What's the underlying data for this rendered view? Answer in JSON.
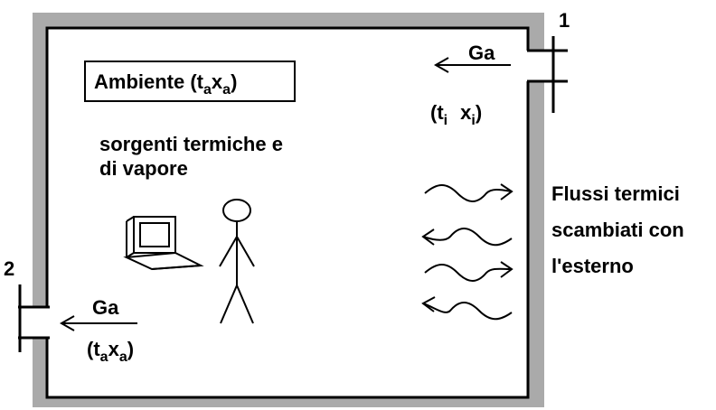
{
  "ambient_label": {
    "prefix": "Ambiente (t",
    "sub_t": "a",
    "x": "x",
    "sub_x": "a",
    "suffix": ")"
  },
  "sources_label": {
    "line1": "sorgenti termiche e",
    "line2": "di vapore"
  },
  "flux_label": {
    "line1": "Flussi termici",
    "line2": "scambiati con",
    "line3": "l'esterno"
  },
  "inlet": {
    "number": "1",
    "flow_label": "Ga",
    "cond_prefix": "(t",
    "cond_sub_t": "i",
    "cond_x": "x",
    "cond_sub_x": "i",
    "cond_suffix": ")"
  },
  "outlet": {
    "number": "2",
    "flow_label": "Ga",
    "cond_prefix": "(t",
    "cond_sub_t": "a",
    "cond_x": "x",
    "cond_sub_x": "a",
    "cond_suffix": ")"
  },
  "colors": {
    "wall": "#aaaaaa",
    "line": "#000000",
    "background": "#ffffff"
  },
  "icons": [
    "computer-icon",
    "person-icon",
    "heat-flux-arrow-icon"
  ]
}
